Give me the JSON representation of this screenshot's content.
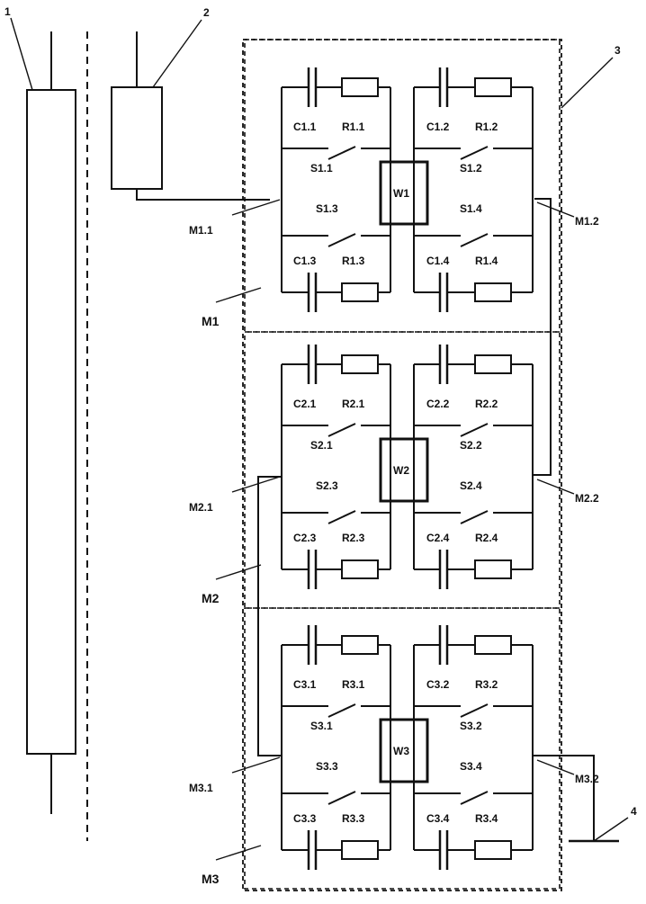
{
  "callouts": {
    "n1": "1",
    "n2": "2",
    "n3": "3",
    "n4": "4"
  },
  "modules": [
    {
      "name": "M1",
      "core": "W1",
      "left_terminal": "M1.1",
      "right_terminal": "M1.2",
      "capacitors": [
        "C1.1",
        "C1.2",
        "C1.3",
        "C1.4"
      ],
      "resistors": [
        "R1.1",
        "R1.2",
        "R1.3",
        "R1.4"
      ],
      "switches": [
        "S1.1",
        "S1.2",
        "S1.3",
        "S1.4"
      ]
    },
    {
      "name": "M2",
      "core": "W2",
      "left_terminal": "M2.1",
      "right_terminal": "M2.2",
      "capacitors": [
        "C2.1",
        "C2.2",
        "C2.3",
        "C2.4"
      ],
      "resistors": [
        "R2.1",
        "R2.2",
        "R2.3",
        "R2.4"
      ],
      "switches": [
        "S2.1",
        "S2.2",
        "S2.3",
        "S2.4"
      ]
    },
    {
      "name": "M3",
      "core": "W3",
      "left_terminal": "M3.1",
      "right_terminal": "M3.2",
      "capacitors": [
        "C3.1",
        "C3.2",
        "C3.3",
        "C3.4"
      ],
      "resistors": [
        "R3.1",
        "R3.2",
        "R3.3",
        "R3.4"
      ],
      "switches": [
        "S3.1",
        "S3.2",
        "S3.3",
        "S3.4"
      ]
    }
  ]
}
